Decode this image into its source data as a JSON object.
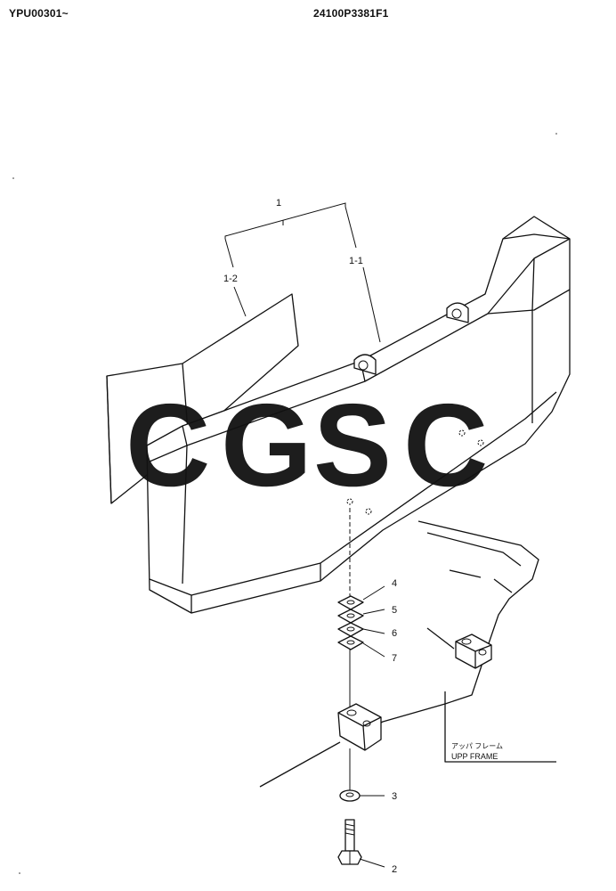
{
  "header": {
    "left_code": "YPU00301~",
    "center_code": "24100P3381F1"
  },
  "callouts": {
    "c1": "1",
    "c1_1": "1-1",
    "c1_2": "1-2",
    "c2": "2",
    "c3": "3",
    "c4": "4",
    "c5": "5",
    "c6": "6",
    "c7": "7"
  },
  "frame_label": {
    "japanese": "アッパ フレーム",
    "english": "UPP FRAME"
  },
  "watermark": {
    "letters": [
      "C",
      "G",
      "S",
      "C"
    ],
    "colors": [
      "#7ea6f5",
      "#f3938a",
      "#fbd872",
      "#7fcfa1"
    ]
  }
}
